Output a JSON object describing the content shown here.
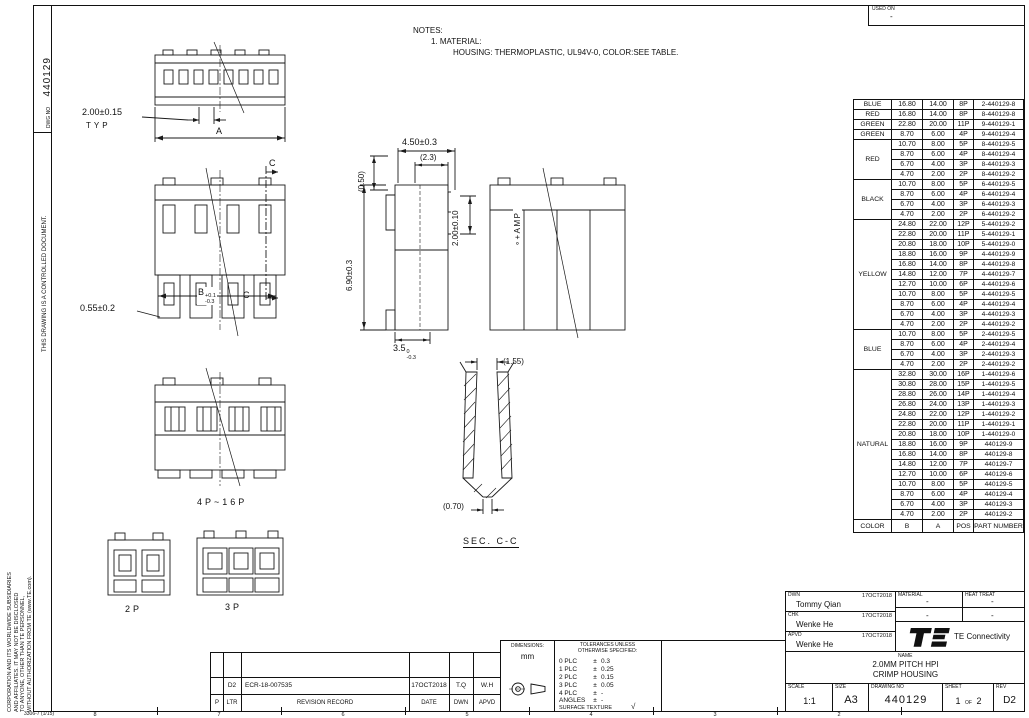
{
  "page": {
    "form_number": "3306-7  (1/15)",
    "zone_numbers": [
      "8",
      "7",
      "6",
      "5",
      "4",
      "3",
      "2"
    ]
  },
  "margins": {
    "dwg_no_label": "DWG NO",
    "dwg_no": "440129",
    "controlled_note": "THIS DRAWING IS A CONTROLLED DOCUMENT.",
    "copyright_lines": [
      "CORPORATION AND ITS WORLDWIDE SUBSIDIARIES",
      "AND AFFILIATES. IT MAY NOT BE DISCLOSED",
      "TO ANYONE, OTHER THAN TE PERSONNEL,",
      "WITHOUT AUTHORIZATION FROM TE (www.TE.com)."
    ]
  },
  "used_on": {
    "label": "USED ON",
    "value": "-"
  },
  "notes": {
    "title": "NOTES:",
    "item1": "1.  MATERIAL:",
    "item1_detail": "HOUSING: THERMOPLASTIC, UL94V-0, COLOR:SEE TABLE."
  },
  "dims": {
    "pitch": "2.00±0.15",
    "typ": "TYP",
    "a": "A",
    "d055": "0.55±0.2",
    "b_base": "B",
    "b_upper": "+0.1",
    "b_lower": "-0.3",
    "c": "C",
    "d450": "4.50±0.3",
    "d23": "(2.3)",
    "d050": "(0.50)",
    "d690": "6.90±0.3",
    "d200": "2.00±0.10",
    "d35_base": "3.5",
    "d35_upper": "0",
    "d35_lower": "-0.3",
    "amp": "∘+AMP",
    "range": "4P~16P",
    "d155": "(1.55)",
    "d070": "(0.70)",
    "sec": "SEC. C-C",
    "p2": "2P",
    "p3": "3P"
  },
  "parts_table": {
    "columns": [
      "COLOR",
      "B",
      "A",
      "POS",
      "PART NUMBER"
    ],
    "groups": [
      {
        "color": "BLUE",
        "rows": [
          [
            "16.80",
            "14.00",
            "8P",
            "2-440129-8"
          ]
        ]
      },
      {
        "color": "RED",
        "rows": [
          [
            "16.80",
            "14.00",
            "8P",
            "8-440129-8"
          ]
        ]
      },
      {
        "color": "GREEN",
        "rows": [
          [
            "22.80",
            "20.00",
            "11P",
            "9-440129-1"
          ]
        ]
      },
      {
        "color": "GREEN",
        "rows": [
          [
            "8.70",
            "6.00",
            "4P",
            "9-440129-4"
          ]
        ]
      },
      {
        "color": "RED",
        "rows": [
          [
            "10.70",
            "8.00",
            "5P",
            "8-440129-5"
          ],
          [
            "8.70",
            "6.00",
            "4P",
            "8-440129-4"
          ],
          [
            "6.70",
            "4.00",
            "3P",
            "8-440129-3"
          ],
          [
            "4.70",
            "2.00",
            "2P",
            "8-440129-2"
          ]
        ]
      },
      {
        "color": "BLACK",
        "rows": [
          [
            "10.70",
            "8.00",
            "5P",
            "6-440129-5"
          ],
          [
            "8.70",
            "6.00",
            "4P",
            "6-440129-4"
          ],
          [
            "6.70",
            "4.00",
            "3P",
            "6-440129-3"
          ],
          [
            "4.70",
            "2.00",
            "2P",
            "6-440129-2"
          ]
        ]
      },
      {
        "color": "YELLOW",
        "rows": [
          [
            "24.80",
            "22.00",
            "12P",
            "5-440129-2"
          ],
          [
            "22.80",
            "20.00",
            "11P",
            "5-440129-1"
          ],
          [
            "20.80",
            "18.00",
            "10P",
            "5-440129-0"
          ],
          [
            "18.80",
            "16.00",
            "9P",
            "4-440129-9"
          ],
          [
            "16.80",
            "14.00",
            "8P",
            "4-440129-8"
          ],
          [
            "14.80",
            "12.00",
            "7P",
            "4-440129-7"
          ],
          [
            "12.70",
            "10.00",
            "6P",
            "4-440129-6"
          ],
          [
            "10.70",
            "8.00",
            "5P",
            "4-440129-5"
          ],
          [
            "8.70",
            "6.00",
            "4P",
            "4-440129-4"
          ],
          [
            "6.70",
            "4.00",
            "3P",
            "4-440129-3"
          ],
          [
            "4.70",
            "2.00",
            "2P",
            "4-440129-2"
          ]
        ]
      },
      {
        "color": "BLUE",
        "rows": [
          [
            "10.70",
            "8.00",
            "5P",
            "2-440129-5"
          ],
          [
            "8.70",
            "6.00",
            "4P",
            "2-440129-4"
          ],
          [
            "6.70",
            "4.00",
            "3P",
            "2-440129-3"
          ],
          [
            "4.70",
            "2.00",
            "2P",
            "2-440129-2"
          ]
        ]
      },
      {
        "color": "NATURAL",
        "rows": [
          [
            "32.80",
            "30.00",
            "16P",
            "1-440129-6"
          ],
          [
            "30.80",
            "28.00",
            "15P",
            "1-440129-5"
          ],
          [
            "28.80",
            "26.00",
            "14P",
            "1-440129-4"
          ],
          [
            "26.80",
            "24.00",
            "13P",
            "1-440129-3"
          ],
          [
            "24.80",
            "22.00",
            "12P",
            "1-440129-2"
          ],
          [
            "22.80",
            "20.00",
            "11P",
            "1-440129-1"
          ],
          [
            "20.80",
            "18.00",
            "10P",
            "1-440129-0"
          ],
          [
            "18.80",
            "16.00",
            "9P",
            "440129-9"
          ],
          [
            "16.80",
            "14.00",
            "8P",
            "440129-8"
          ],
          [
            "14.80",
            "12.00",
            "7P",
            "440129-7"
          ],
          [
            "12.70",
            "10.00",
            "6P",
            "440129-6"
          ],
          [
            "10.70",
            "8.00",
            "5P",
            "440129-5"
          ],
          [
            "8.70",
            "6.00",
            "4P",
            "440129-4"
          ],
          [
            "6.70",
            "4.00",
            "3P",
            "440129-3"
          ],
          [
            "4.70",
            "2.00",
            "2P",
            "440129-2"
          ]
        ]
      }
    ]
  },
  "revision": {
    "ltr": "D2",
    "record": "ECR-18-007535",
    "date": "17OCT2018",
    "dwn": "T.Q",
    "apvd": "W.H",
    "headers": [
      "P",
      "LTR",
      "REVISION RECORD",
      "DATE",
      "DWN",
      "APVD"
    ]
  },
  "tolerances": {
    "dimensions_label": "DIMENSIONS:",
    "unit": "mm",
    "heading1": "TOLERANCES UNLESS",
    "heading2": "OTHERWISE SPECIFIED:",
    "pm": "±",
    "rows": [
      {
        "l": "0 PLC",
        "v": "0.3"
      },
      {
        "l": "1 PLC",
        "v": "0.25"
      },
      {
        "l": "2 PLC",
        "v": "0.15"
      },
      {
        "l": "3 PLC",
        "v": "0.05"
      },
      {
        "l": "4 PLC",
        "v": "-"
      }
    ],
    "angles_label": "ANGLES",
    "angles_value": "-",
    "surface_label": "SURFACE TEXTURE",
    "surface_symbol": "√"
  },
  "title_block": {
    "dwn_label": "DWN",
    "dwn_name": "Tommy Qian",
    "dwn_date": "17OCT2018",
    "chk_label": "CHK",
    "chk_name": "Wenke He",
    "chk_date": "17OCT2018",
    "apvd_label": "APVD",
    "apvd_name": "Wenke He",
    "apvd_date": "17OCT2018",
    "material_label": "MATERIAL",
    "material_value1": "-",
    "material_value2": "-",
    "heat_label": "HEAT TREAT",
    "heat_value1": "-",
    "heat_value2": "-",
    "name_label": "NAME",
    "product_line1": "2.0MM PITCH HPI",
    "product_line2": "CRIMP HOUSING",
    "brand": "TE Connectivity",
    "scale_label": "SCALE",
    "scale_value": "1:1",
    "size_label": "SIZE",
    "size_value": "A3",
    "drawing_no_label": "DRAWING NO",
    "drawing_no": "440129",
    "sheet_label": "SHEET",
    "sheet_no": "1",
    "of_label": "OF",
    "sheet_total": "2",
    "rev_label": "REV",
    "rev_value": "D2"
  }
}
